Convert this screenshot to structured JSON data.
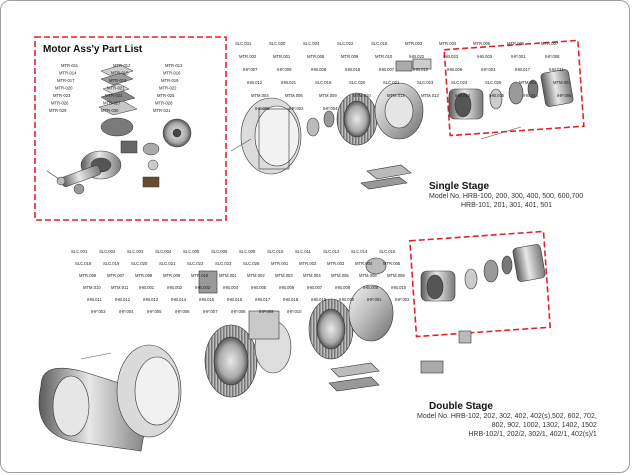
{
  "inset": {
    "title": "Motor Ass'y Part List",
    "labels": [
      "MTR-011",
      "MTR-012",
      "MTR-013",
      "MTR-014",
      "MTR-015",
      "MTR-016",
      "MTR-017",
      "MTR-018",
      "MTR-019",
      "MTR-020",
      "MTR-021",
      "MTR-022",
      "MTR-023",
      "MTR-024",
      "MTR-025",
      "MTR-026",
      "MTR-027",
      "MTR-028",
      "MTR-029",
      "MTR-030",
      "MTR-031"
    ]
  },
  "single_stage": {
    "title": "Single Stage",
    "model_line1": "Model No. HRB-100, 200, 300, 400, 500, 600,700",
    "model_line2": "HRB-101, 201, 301, 401, 501",
    "labels": [
      "SLC.031",
      "SLC.030",
      "SLC.004",
      "SLC.022",
      "SLC.018",
      "MTR.003",
      "MTR.004",
      "MTR.005",
      "MTR.006",
      "MTR.007",
      "MTR.002",
      "MTR.001",
      "MTR.008",
      "MTR.009",
      "MTR.010",
      "IHB.022",
      "IHB.023",
      "IHB.003",
      "IHF.001",
      "IHF.008",
      "IHF.007",
      "IHF.009",
      "IHB.008",
      "IHB.019",
      "IHB.007",
      "IHB.010",
      "IHB.006",
      "IHF.003",
      "IHB.017",
      "IHB.011",
      "IHB.012",
      "IHB.021",
      "SLC.019",
      "SLC.020",
      "SLC.021",
      "SLC.023",
      "SLC.024",
      "SLC.025",
      "MTM.001",
      "MTM.003",
      "MTM.004",
      "MTM.006",
      "MTM.009",
      "MTM.010",
      "MTM.012",
      "MTM.013",
      "IHB.013",
      "IHB.015",
      "IHB.014",
      "IHF.006",
      "IHF.005",
      "IHF.002",
      "IHF.004"
    ]
  },
  "double_stage": {
    "title": "Double Stage",
    "model_line1": "Model No. HRB-102, 202, 302, 402, 402(s),502, 602, 702,",
    "model_line2": "802, 902, 1002, 1302, 1402, 1502",
    "model_line3": "HRB-102/1, 202/2, 302/1, 402/1, 402(s)/1",
    "labels": [
      "SLC.001",
      "SLC.002",
      "SLC.003",
      "SLC.004",
      "SLC.005",
      "SLC.006",
      "SLC.008",
      "SLC.010",
      "SLC.011",
      "SLC.012",
      "SLC.014",
      "SLC.016",
      "SLC.018",
      "SLC.019",
      "SLC.020",
      "SLC.021",
      "SLC.022",
      "SLC.023",
      "SLC.026",
      "MTR.001",
      "MTR.002",
      "MTR.003",
      "MTR.004",
      "MTR.005",
      "MTR.006",
      "MTR.007",
      "MTR.008",
      "MTR.009",
      "MTR.010",
      "MTM.001",
      "MTM.002",
      "MTM.003",
      "MTM.004",
      "MTM.005",
      "MTM.006",
      "MTM.008",
      "MTM.010",
      "MTM.011",
      "IHB.001",
      "IHB.002",
      "IHB.003",
      "IHB.004",
      "IHB.005",
      "IHB.006",
      "IHB.007",
      "IHB.008",
      "IHB.009",
      "IHB.010",
      "IHB.011",
      "IHB.012",
      "IHB.013",
      "IHB.014",
      "IHB.015",
      "IHB.016",
      "IHB.017",
      "IHB.018",
      "IHB.019",
      "IHB.020",
      "IHF.001",
      "IHF.002",
      "IHF.003",
      "IHF.004",
      "IHF.005",
      "IHF.006",
      "IHF.007",
      "IHF.008",
      "IHF.009",
      "IHF.010"
    ]
  }
}
